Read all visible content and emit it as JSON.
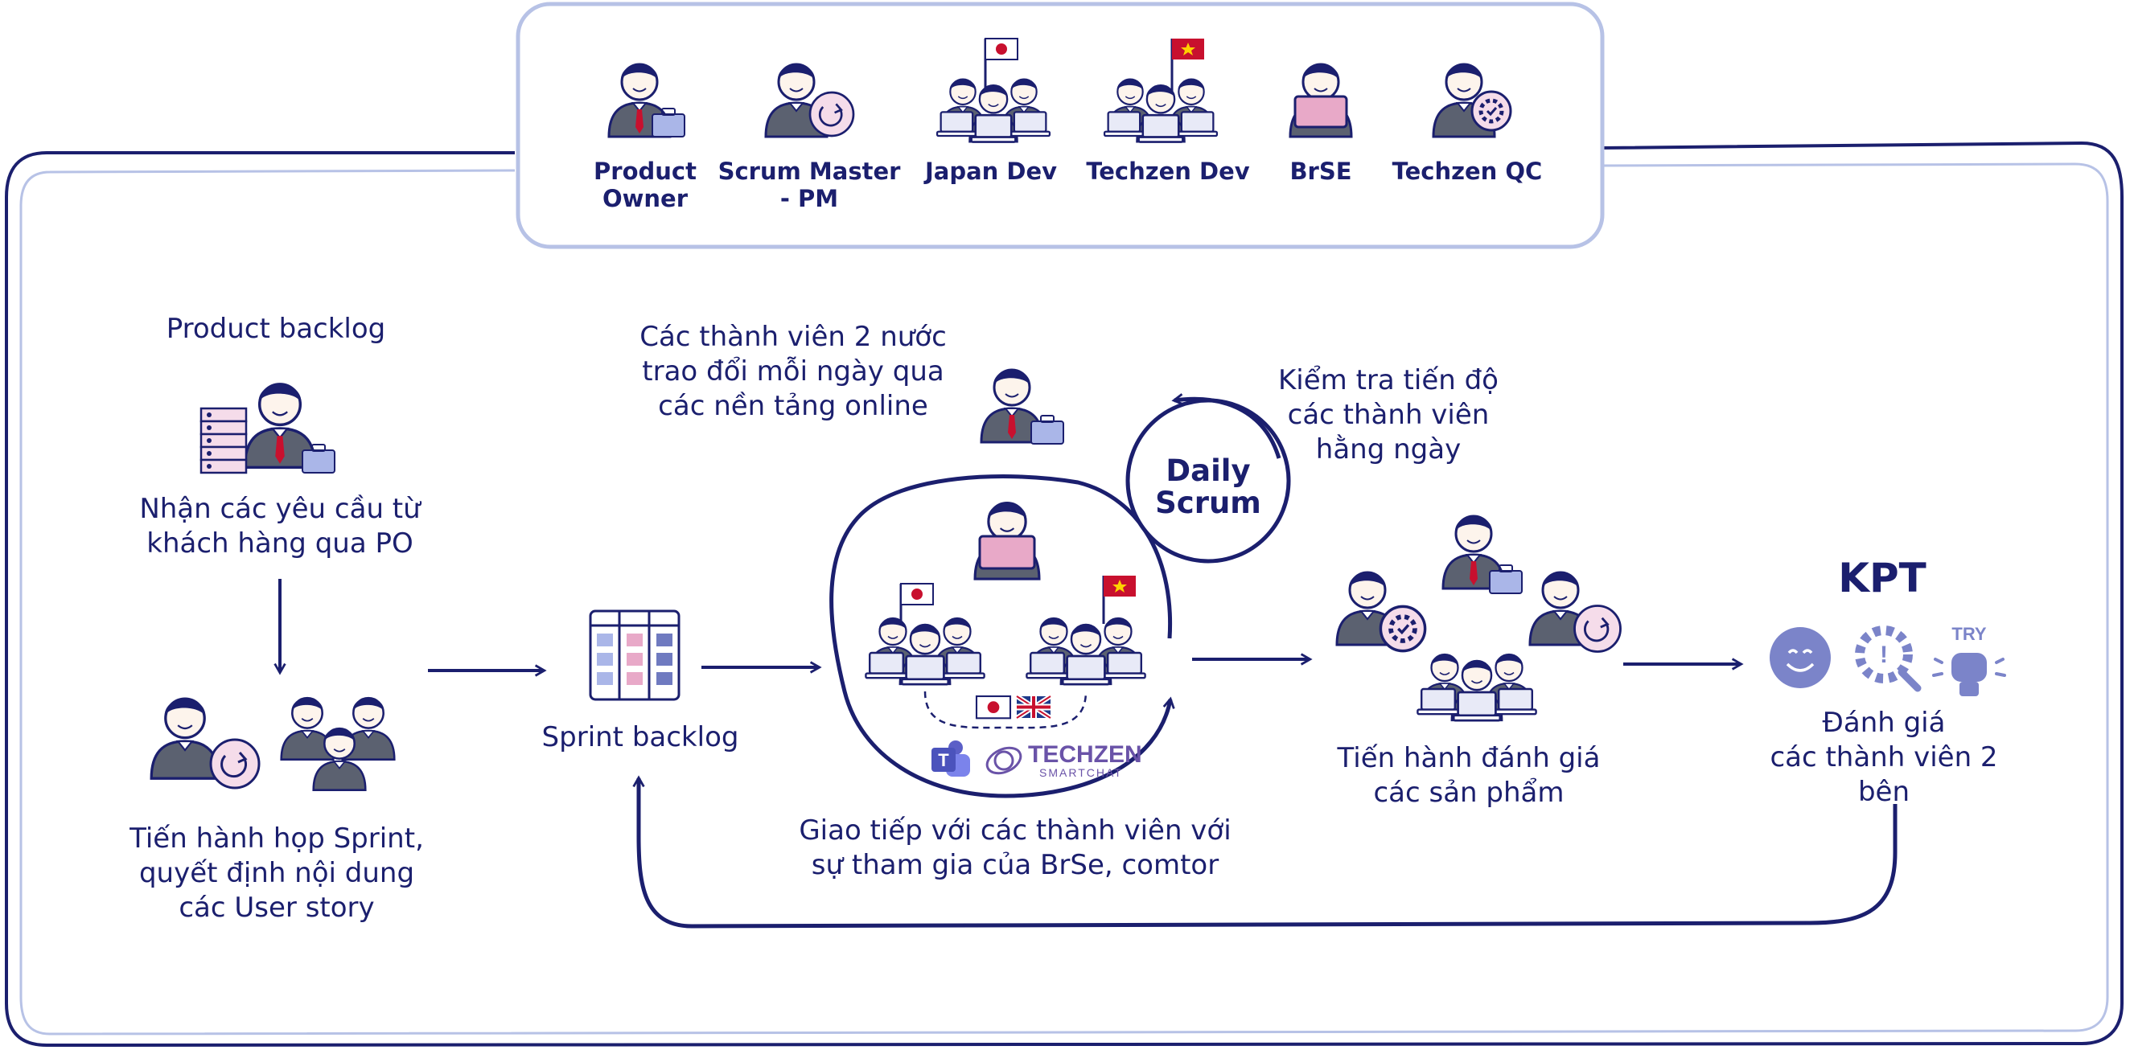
{
  "roles": [
    {
      "icon": "product-owner-icon",
      "label": "Product\nOwner"
    },
    {
      "icon": "scrum-master-icon",
      "label": "Scrum Master\n- PM"
    },
    {
      "icon": "japan-dev-icon",
      "label": "Japan Dev"
    },
    {
      "icon": "techzen-dev-icon",
      "label": "Techzen Dev"
    },
    {
      "icon": "brse-icon",
      "label": "BrSE"
    },
    {
      "icon": "techzen-qc-icon",
      "label": "Techzen QC"
    }
  ],
  "steps": {
    "product_backlog": "Product backlog",
    "receive_requirements": "Nhận các yêu cầu từ\nkhách hàng qua PO",
    "sprint_meeting": "Tiến hành họp Sprint,\nquyết định nội dung\ncác User story",
    "sprint_backlog": "Sprint backlog",
    "daily_exchange": "Các thành viên 2 nước\ntrao đổi mỗi ngày qua\ncác nền tảng online",
    "daily_check": "Kiểm tra tiến độ\ncác thành viên\nhằng ngày",
    "daily_scrum": "Daily\nScrum",
    "communication": "Giao tiếp với các thành viên với\nsự tham gia của BrSe, comtor",
    "product_review": "Tiến hành đánh giá\ncác sản phẩm",
    "kpt": "KPT",
    "kpt_try": "TRY",
    "evaluation": "Đánh giá\ncác thành viên 2 bên"
  },
  "tools": {
    "techzen": "TECHZEN",
    "smartchat": "SMARTCHAT"
  },
  "colors": {
    "navy": "#1b1f6e",
    "light_border": "#b7c2e6",
    "pink": "#e8a9c8",
    "pink_light": "#f5dcea",
    "blue_light": "#aab6e8",
    "purple": "#6a53a8",
    "red_tie": "#c8102e",
    "kpt_icons": "#7b84c9"
  }
}
